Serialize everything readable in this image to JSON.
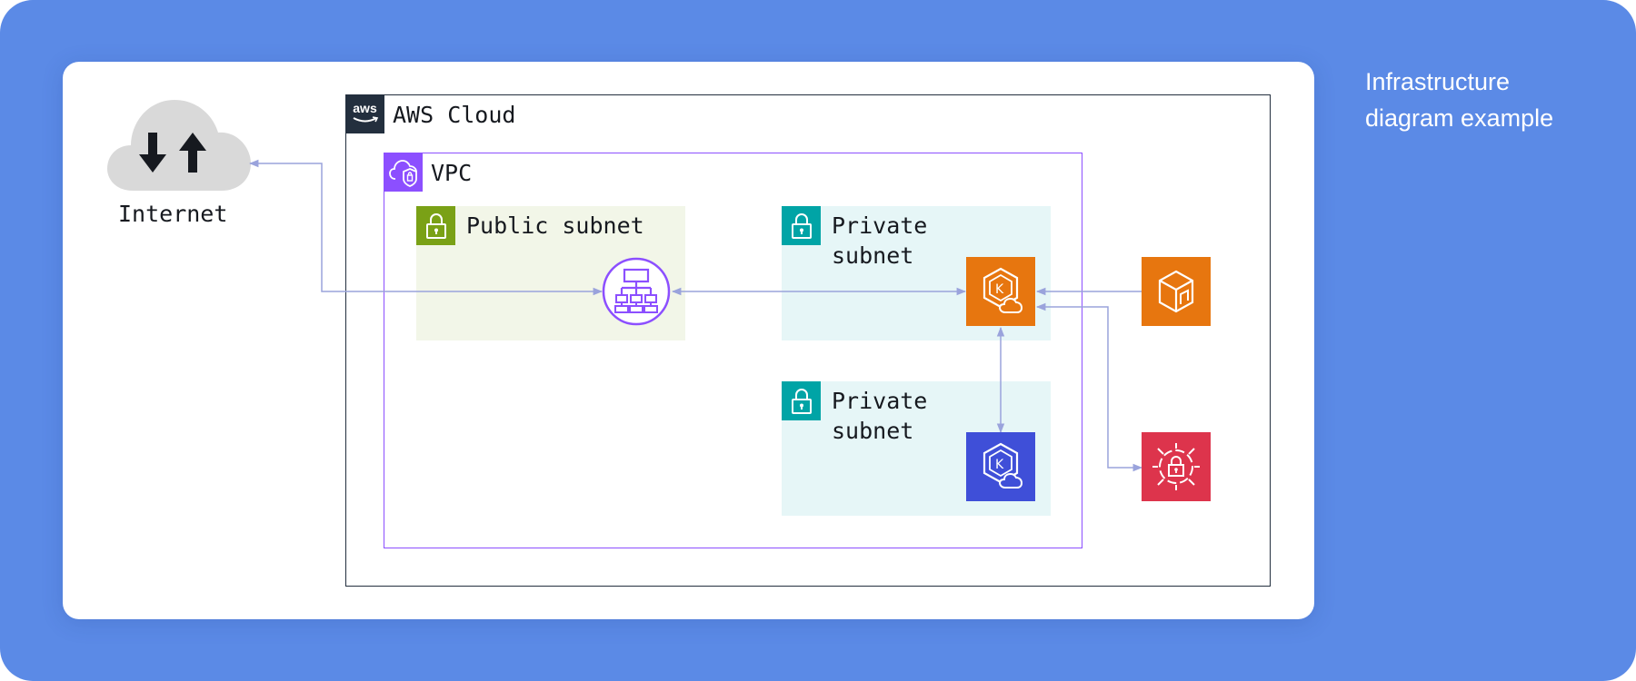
{
  "title_lines": [
    "Infrastructure",
    "diagram example"
  ],
  "internet": {
    "label": "Internet",
    "icon": "internet-cloud-icon"
  },
  "aws_cloud": {
    "label": "AWS Cloud",
    "icon": "aws-logo-icon",
    "badge_text": "aws"
  },
  "vpc": {
    "label": "VPC",
    "icon": "vpc-icon"
  },
  "subnets": [
    {
      "label": "Public subnet",
      "kind": "public",
      "icon": "lock-icon"
    },
    {
      "label": "Private\nsubnet",
      "kind": "private",
      "icon": "lock-icon"
    },
    {
      "label": "Private\nsubnet",
      "kind": "private",
      "icon": "lock-icon"
    }
  ],
  "services": [
    {
      "name": "load-balancer",
      "icon": "load-balancer-icon"
    },
    {
      "name": "kubernetes-orange",
      "icon": "kubernetes-cloud-icon"
    },
    {
      "name": "kubernetes-blue",
      "icon": "kubernetes-cloud-icon"
    },
    {
      "name": "container-registry",
      "icon": "container-icon"
    },
    {
      "name": "secrets-manager",
      "icon": "secrets-lock-icon"
    }
  ],
  "colors": {
    "background": "#5b8ae6",
    "aws_dark": "#232f3e",
    "vpc_purple": "#8c4fff",
    "public_subnet_green": "#7aa116",
    "private_subnet_teal": "#00a4a6",
    "compute_orange": "#e7760f",
    "kubernetes_blue": "#3f4fd8",
    "security_red": "#dd344c",
    "connector": "#9aa3dc",
    "cloud_gray": "#d9d9d9"
  }
}
